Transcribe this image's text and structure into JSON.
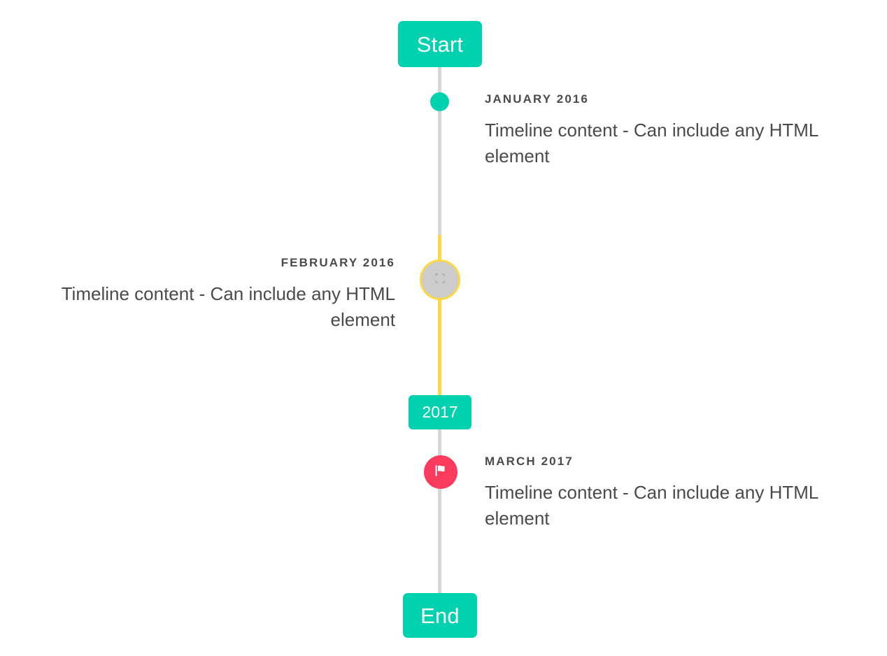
{
  "diagram": {
    "type": "vertical-timeline",
    "background_color": "#ffffff",
    "accent_color": "#00d2b0",
    "highlight_color": "#fbd944",
    "alert_color": "#fb3b5e",
    "rail_color": "#d6d6d6",
    "text_color": "#4a4a4a"
  },
  "caps": {
    "start_label": "Start",
    "middle_label": "2017",
    "end_label": "End"
  },
  "entries": [
    {
      "date": "January 2016",
      "body": "Timeline content - Can include any HTML element",
      "side": "right",
      "marker": "dot",
      "marker_color": "#00d2b0"
    },
    {
      "date": "February 2016",
      "body": "Timeline content - Can include any HTML element",
      "side": "left",
      "marker": "ring",
      "marker_color": "#cccccc",
      "marker_border_color": "#fbd944",
      "marker_icon": "broken-image-icon"
    },
    {
      "date": "March 2017",
      "body": "Timeline content - Can include any HTML element",
      "side": "right",
      "marker": "badge",
      "marker_color": "#fb3b5e",
      "marker_icon": "flag-icon"
    }
  ]
}
